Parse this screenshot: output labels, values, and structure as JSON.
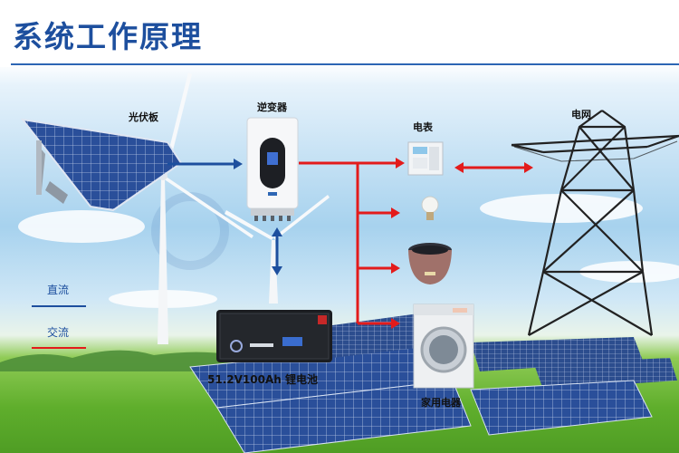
{
  "title": "系统工作原理",
  "labels": {
    "pv_panel": "光伏板",
    "inverter": "逆变器",
    "meter": "电表",
    "grid": "电网",
    "battery": "51.2V100Ah 锂电池",
    "appliances": "家用电器"
  },
  "legend": [
    {
      "name": "直流",
      "color": "#1d4f9e"
    },
    {
      "name": "交流",
      "color": "#e31b1b"
    }
  ],
  "colors": {
    "dc": "#1d4f9e",
    "ac": "#e31b1b",
    "title": "#1d4f9e"
  },
  "icons": [
    "pv-panel-icon",
    "wind-turbine-icon",
    "inverter-icon",
    "battery-icon",
    "meter-icon",
    "bulb-icon",
    "rice-cooker-icon",
    "washing-machine-icon",
    "transmission-tower-icon"
  ]
}
